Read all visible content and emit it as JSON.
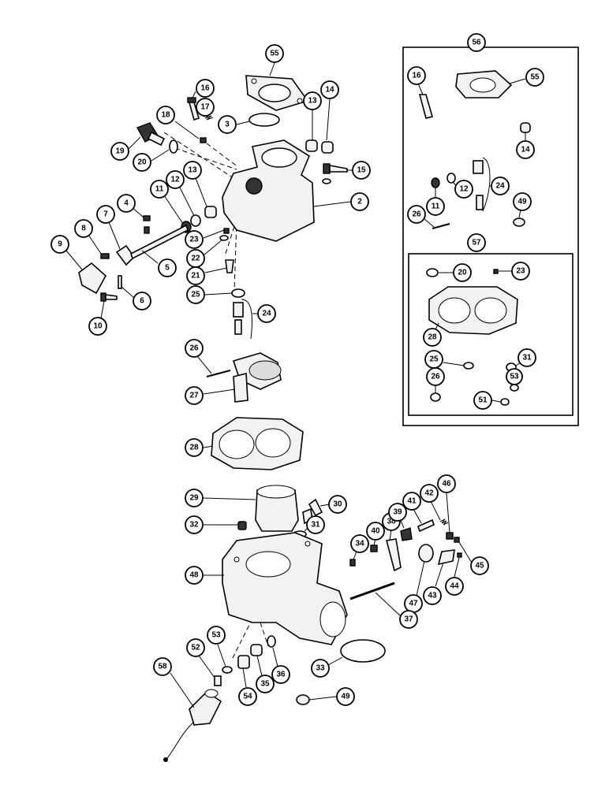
{
  "diagram": {
    "callouts": [
      {
        "id": "c55a",
        "label": "55"
      },
      {
        "id": "c16a",
        "label": "16"
      },
      {
        "id": "c17",
        "label": "17"
      },
      {
        "id": "c18",
        "label": "18"
      },
      {
        "id": "c3",
        "label": "3"
      },
      {
        "id": "c13a",
        "label": "13"
      },
      {
        "id": "c14a",
        "label": "14"
      },
      {
        "id": "c19",
        "label": "19"
      },
      {
        "id": "c20a",
        "label": "20"
      },
      {
        "id": "c15",
        "label": "15"
      },
      {
        "id": "c2",
        "label": "2"
      },
      {
        "id": "c4",
        "label": "4"
      },
      {
        "id": "c11a",
        "label": "11"
      },
      {
        "id": "c12a",
        "label": "12"
      },
      {
        "id": "c13b",
        "label": "13"
      },
      {
        "id": "c7",
        "label": "7"
      },
      {
        "id": "c8",
        "label": "8"
      },
      {
        "id": "c9",
        "label": "9"
      },
      {
        "id": "c23a",
        "label": "23"
      },
      {
        "id": "c22",
        "label": "22"
      },
      {
        "id": "c5",
        "label": "5"
      },
      {
        "id": "c21",
        "label": "21"
      },
      {
        "id": "c6",
        "label": "6"
      },
      {
        "id": "c10",
        "label": "10"
      },
      {
        "id": "c25a",
        "label": "25"
      },
      {
        "id": "c24a",
        "label": "24"
      },
      {
        "id": "c26a",
        "label": "26"
      },
      {
        "id": "c27",
        "label": "27"
      },
      {
        "id": "c28a",
        "label": "28"
      },
      {
        "id": "c29",
        "label": "29"
      },
      {
        "id": "c30",
        "label": "30"
      },
      {
        "id": "c32",
        "label": "32"
      },
      {
        "id": "c31a",
        "label": "31"
      },
      {
        "id": "c48",
        "label": "48"
      },
      {
        "id": "c34",
        "label": "34"
      },
      {
        "id": "c40",
        "label": "40"
      },
      {
        "id": "c38",
        "label": "38"
      },
      {
        "id": "c39",
        "label": "39"
      },
      {
        "id": "c41",
        "label": "41"
      },
      {
        "id": "c42",
        "label": "42"
      },
      {
        "id": "c46",
        "label": "46"
      },
      {
        "id": "c45",
        "label": "45"
      },
      {
        "id": "c44",
        "label": "44"
      },
      {
        "id": "c43",
        "label": "43"
      },
      {
        "id": "c47",
        "label": "47"
      },
      {
        "id": "c37",
        "label": "37"
      },
      {
        "id": "c58",
        "label": "58"
      },
      {
        "id": "c52",
        "label": "52"
      },
      {
        "id": "c53a",
        "label": "53"
      },
      {
        "id": "c54",
        "label": "54"
      },
      {
        "id": "c35",
        "label": "35"
      },
      {
        "id": "c36",
        "label": "36"
      },
      {
        "id": "c33",
        "label": "33"
      },
      {
        "id": "c49a",
        "label": "49"
      },
      {
        "id": "c56",
        "label": "56"
      },
      {
        "id": "c16b",
        "label": "16"
      },
      {
        "id": "c55b",
        "label": "55"
      },
      {
        "id": "c14b",
        "label": "14"
      },
      {
        "id": "c11b",
        "label": "11"
      },
      {
        "id": "c12b",
        "label": "12"
      },
      {
        "id": "c24b",
        "label": "24"
      },
      {
        "id": "c26b",
        "label": "26"
      },
      {
        "id": "c49b",
        "label": "49"
      },
      {
        "id": "c57",
        "label": "57"
      },
      {
        "id": "c20b",
        "label": "20"
      },
      {
        "id": "c23b",
        "label": "23"
      },
      {
        "id": "c28b",
        "label": "28"
      },
      {
        "id": "c25b",
        "label": "25"
      },
      {
        "id": "c31b",
        "label": "31"
      },
      {
        "id": "c26c",
        "label": "26"
      },
      {
        "id": "c53b",
        "label": "53"
      },
      {
        "id": "c51",
        "label": "51"
      }
    ]
  }
}
